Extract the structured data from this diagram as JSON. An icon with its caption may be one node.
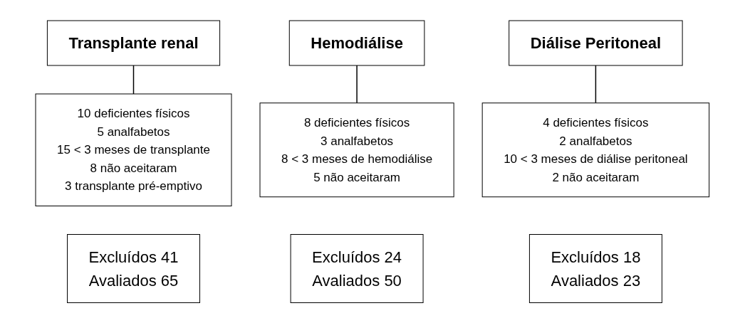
{
  "diagram": {
    "nodes": [
      {
        "text": [
          "Transplante renal"
        ]
      },
      {
        "text": [
          "Hemodiálise"
        ]
      },
      {
        "text": [
          "Diálise Peritoneal"
        ]
      },
      {
        "text": [
          "10 deficientes físicos",
          "5 analfabetos",
          "15 < 3 meses de transplante",
          "8 não aceitaram",
          "3 transplante pré-emptivo"
        ]
      },
      {
        "text": [
          "8 deficientes físicos",
          "3 analfabetos",
          "8 < 3 meses de hemodiálise",
          "5 não aceitaram"
        ]
      },
      {
        "text": [
          "4 deficientes físicos",
          "2 analfabetos",
          "10 < 3 meses de diálise peritoneal",
          "2 não aceitaram"
        ]
      },
      {
        "text": [
          "Excluídos 41",
          "Avaliados 65"
        ]
      },
      {
        "text": [
          "Excluídos 24",
          "Avaliados 50"
        ]
      },
      {
        "text": [
          "Excluídos 18",
          "Avaliados 23"
        ]
      }
    ],
    "edges": [
      {
        "from": 0,
        "to": 3,
        "arrow": "none"
      },
      {
        "from": 1,
        "to": 4,
        "arrow": "none"
      },
      {
        "from": 2,
        "to": 5,
        "arrow": "none"
      }
    ]
  }
}
